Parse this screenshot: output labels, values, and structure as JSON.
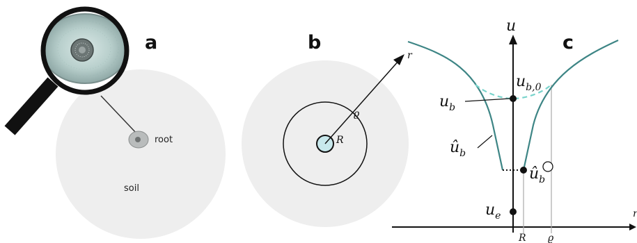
{
  "panels": {
    "a": {
      "label": "a",
      "root_label": "root",
      "soil_label": "soil"
    },
    "b": {
      "label": "b",
      "axis_label": "r",
      "inner_radius_label": "R",
      "outer_radius_label": "ϱ"
    },
    "c": {
      "label": "c",
      "y_axis_label": "u",
      "x_axis_label": "r",
      "tick_R": "R",
      "tick_rho": "ϱ",
      "ub": {
        "base": "u",
        "sub": "b"
      },
      "ub0": {
        "base": "u",
        "sub": "b,0"
      },
      "ubhat_curve": {
        "base": "û",
        "sub": "b"
      },
      "ubhat_point": {
        "base": "û",
        "sub": "b"
      },
      "ue": {
        "base": "u",
        "sub": "e"
      }
    }
  },
  "colors": {
    "soil_fill": "#eeeeee",
    "root_fill": "#c8e8ec",
    "curve": "#3d8585",
    "curve_dashed": "#7ad4cc",
    "guide": "#aaaaaa"
  }
}
